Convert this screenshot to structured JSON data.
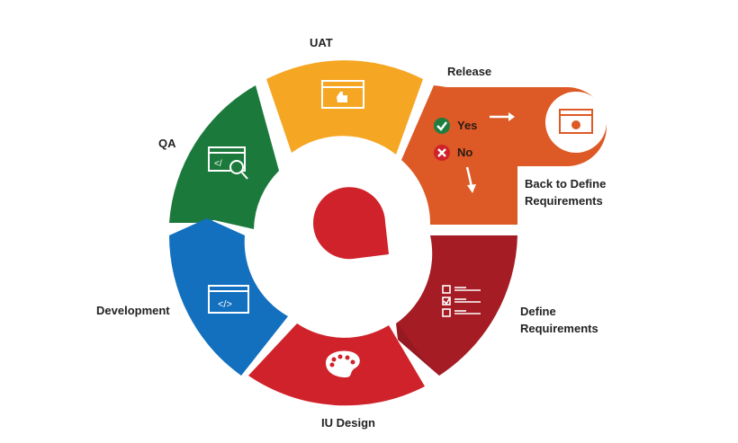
{
  "diagram": {
    "title": "",
    "stages": [
      {
        "id": "uat",
        "label": "UAT",
        "color": "#f5a623",
        "icon": "browser-thumbs-up-icon"
      },
      {
        "id": "release",
        "label": "Release",
        "color": "#dd5a26",
        "icon": "browser-check-icon"
      },
      {
        "id": "define",
        "label": "Define Requirements",
        "color": "#a51c24",
        "icon": "checklist-icon"
      },
      {
        "id": "design",
        "label": "IU Design",
        "color": "#d0222a",
        "icon": "paint-palette-icon"
      },
      {
        "id": "development",
        "label": "Development",
        "color": "#1370bf",
        "icon": "browser-code-icon"
      },
      {
        "id": "qa",
        "label": "QA",
        "color": "#1b7a3b",
        "icon": "browser-code-search-icon"
      }
    ],
    "labels": {
      "uat": "UAT",
      "release": "Release",
      "qa": "QA",
      "development": "Development",
      "design": "IU Design",
      "define_line1": "Define",
      "define_line2": "Requirements",
      "back_line1": "Back to Define",
      "back_line2": "Requirements"
    },
    "release_decision": {
      "yes": "Yes",
      "no": "No",
      "yes_color": "#1e7e3e",
      "no_color": "#d0222a"
    },
    "center_logo_color": "#d0222a"
  }
}
